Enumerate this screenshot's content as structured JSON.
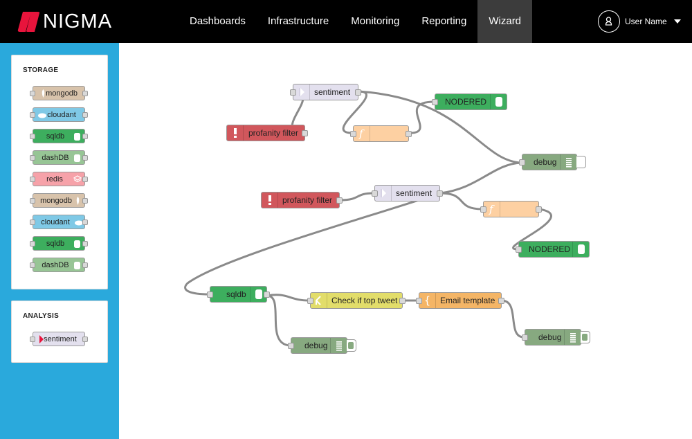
{
  "brand": {
    "name": "NIGMA",
    "accent": "#e8143c"
  },
  "nav": {
    "items": [
      "Dashboards",
      "Infrastructure",
      "Monitoring",
      "Reporting",
      "Wizard"
    ],
    "active": "Wizard"
  },
  "user": {
    "name": "User Name",
    "avatar_icon": "user-icon"
  },
  "sidebar": {
    "storage": {
      "title": "STORAGE",
      "nodes": [
        "mongodb",
        "cloudant",
        "sqldb",
        "dashDB",
        "redis",
        "mongodb",
        "cloudant",
        "sqldb",
        "dashDB"
      ]
    },
    "analysis": {
      "title": "ANALYSIS",
      "nodes": [
        "sentiment"
      ]
    }
  },
  "flow": {
    "nodes": {
      "sentiment_1": "sentiment",
      "profanity_1": "profanity filter",
      "nodered_1": "NODERED",
      "debug_1": "debug",
      "profanity_2": "profanity filter",
      "sentiment_2": "sentiment",
      "nodered_2": "NODERED",
      "sqldb_1": "sqldb",
      "check_1": "Check if top tweet",
      "email_1": "Email template",
      "debug_2": "debug",
      "debug_3": "debug"
    }
  },
  "colors": {
    "mongodb": "#d8c3ab",
    "cloudant": "#7fc9e6",
    "sqldb": "#3dae5e",
    "dashDB": "#97c595",
    "redis": "#f6a2a9",
    "sentiment": "#e3e0ee",
    "profanity": "#d1575c",
    "function": "#fdd0a2",
    "debug": "#87a980",
    "check": "#e2dd6a",
    "template": "#f4b566",
    "sidebar": "#2aa9dc"
  }
}
